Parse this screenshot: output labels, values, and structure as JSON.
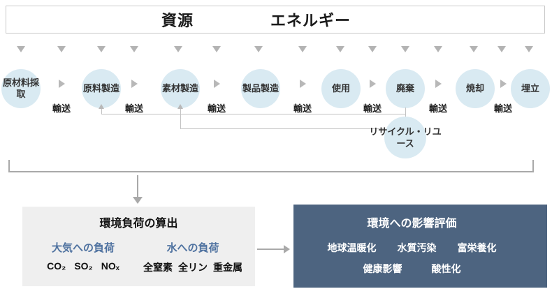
{
  "header": {
    "resources": "資源",
    "energy": "エネルギー"
  },
  "flow": {
    "stages": [
      {
        "label": "原材料採取"
      },
      {
        "label": "原料製造"
      },
      {
        "label": "素材製造"
      },
      {
        "label": "製品製造"
      },
      {
        "label": "使用"
      },
      {
        "label": "廃棄"
      },
      {
        "label": "焼却"
      },
      {
        "label": "埋立"
      }
    ],
    "transports": [
      {
        "label": "輸送"
      },
      {
        "label": "輸送"
      },
      {
        "label": "輸送"
      },
      {
        "label": "輸送"
      },
      {
        "label": "輸送"
      },
      {
        "label": "輸送"
      },
      {
        "label": "輸送"
      }
    ],
    "recycle": {
      "label": "リサイクル・リユース"
    }
  },
  "load_box": {
    "title": "環境負荷の算出",
    "air": {
      "heading": "大気への負荷",
      "items": [
        "CO₂",
        "SO₂",
        "NOₓ"
      ]
    },
    "water": {
      "heading": "水への負荷",
      "items": [
        "全窒素",
        "全リン",
        "重金属"
      ]
    }
  },
  "impact_box": {
    "title": "環境への影響評価",
    "row1": [
      "地球温暖化",
      "水質汚染",
      "富栄養化"
    ],
    "row2": [
      "健康影響",
      "酸性化"
    ]
  },
  "colors": {
    "stage_circle": "#d9eaf2",
    "accent_blue": "#4f72a0",
    "impact_bg": "#4d6480",
    "load_bg": "#efefef",
    "arrow_gray": "#a9a9a9",
    "line_gray": "#c2c2c2",
    "border_gray": "#c9c9c9"
  }
}
